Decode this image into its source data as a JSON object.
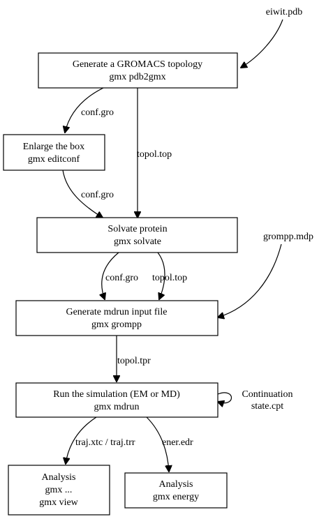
{
  "inputs": {
    "pdb": "eiwit.pdb",
    "mdp": "grompp.mdp"
  },
  "nodes": {
    "pdb2gmx": {
      "line1": "Generate a GROMACS topology",
      "line2": "gmx pdb2gmx"
    },
    "editconf": {
      "line1": "Enlarge the box",
      "line2": "gmx editconf"
    },
    "solvate": {
      "line1": "Solvate protein",
      "line2": "gmx solvate"
    },
    "grompp": {
      "line1": "Generate mdrun input file",
      "line2": "gmx grompp"
    },
    "mdrun": {
      "line1": "Run the simulation (EM or MD)",
      "line2": "gmx mdrun"
    },
    "analysis_view": {
      "line1": "Analysis",
      "line2": "gmx ...",
      "line3": "gmx view"
    },
    "analysis_energy": {
      "line1": "Analysis",
      "line2": "gmx energy"
    }
  },
  "edges": {
    "pdb2gmx_to_editconf": "conf.gro",
    "editconf_to_solvate": "conf.gro",
    "pdb2gmx_to_solvate": "topol.top",
    "solvate_to_grompp_conf": "conf.gro",
    "solvate_to_grompp_top": "topol.top",
    "grompp_to_mdrun": "topol.tpr",
    "mdrun_self_line1": "Continuation",
    "mdrun_self_line2": "state.cpt",
    "mdrun_to_view": "traj.xtc / traj.trr",
    "mdrun_to_energy": "ener.edr"
  }
}
